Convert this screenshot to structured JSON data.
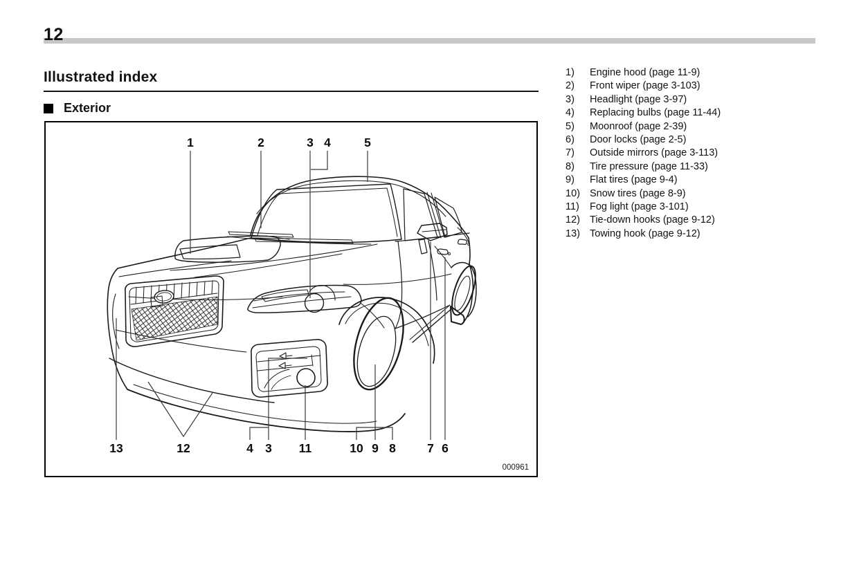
{
  "page": {
    "number": "12",
    "section_title": "Illustrated index",
    "subsection_title": "Exterior"
  },
  "figure": {
    "code": "000961",
    "callouts": {
      "top": [
        "1",
        "2",
        "3",
        "4",
        "5"
      ],
      "bottom": [
        "13",
        "12",
        "4",
        "3",
        "11",
        "10",
        "9",
        "8",
        "7",
        "6"
      ]
    }
  },
  "legend": {
    "items": [
      {
        "num": "1)",
        "text": "Engine hood (page 11-9)"
      },
      {
        "num": "2)",
        "text": "Front wiper (page 3-103)"
      },
      {
        "num": "3)",
        "text": "Headlight (page 3-97)"
      },
      {
        "num": "4)",
        "text": "Replacing bulbs (page 11-44)"
      },
      {
        "num": "5)",
        "text": "Moonroof (page 2-39)"
      },
      {
        "num": "6)",
        "text": "Door locks (page 2-5)"
      },
      {
        "num": "7)",
        "text": "Outside mirrors (page 3-113)"
      },
      {
        "num": "8)",
        "text": "Tire pressure (page 11-33)"
      },
      {
        "num": "9)",
        "text": "Flat tires (page 9-4)"
      },
      {
        "num": "10)",
        "text": "Snow tires (page 8-9)"
      },
      {
        "num": "11)",
        "text": "Fog light (page 3-101)"
      },
      {
        "num": "12)",
        "text": "Tie-down hooks (page 9-12)"
      },
      {
        "num": "13)",
        "text": "Towing hook (page 9-12)"
      }
    ]
  }
}
